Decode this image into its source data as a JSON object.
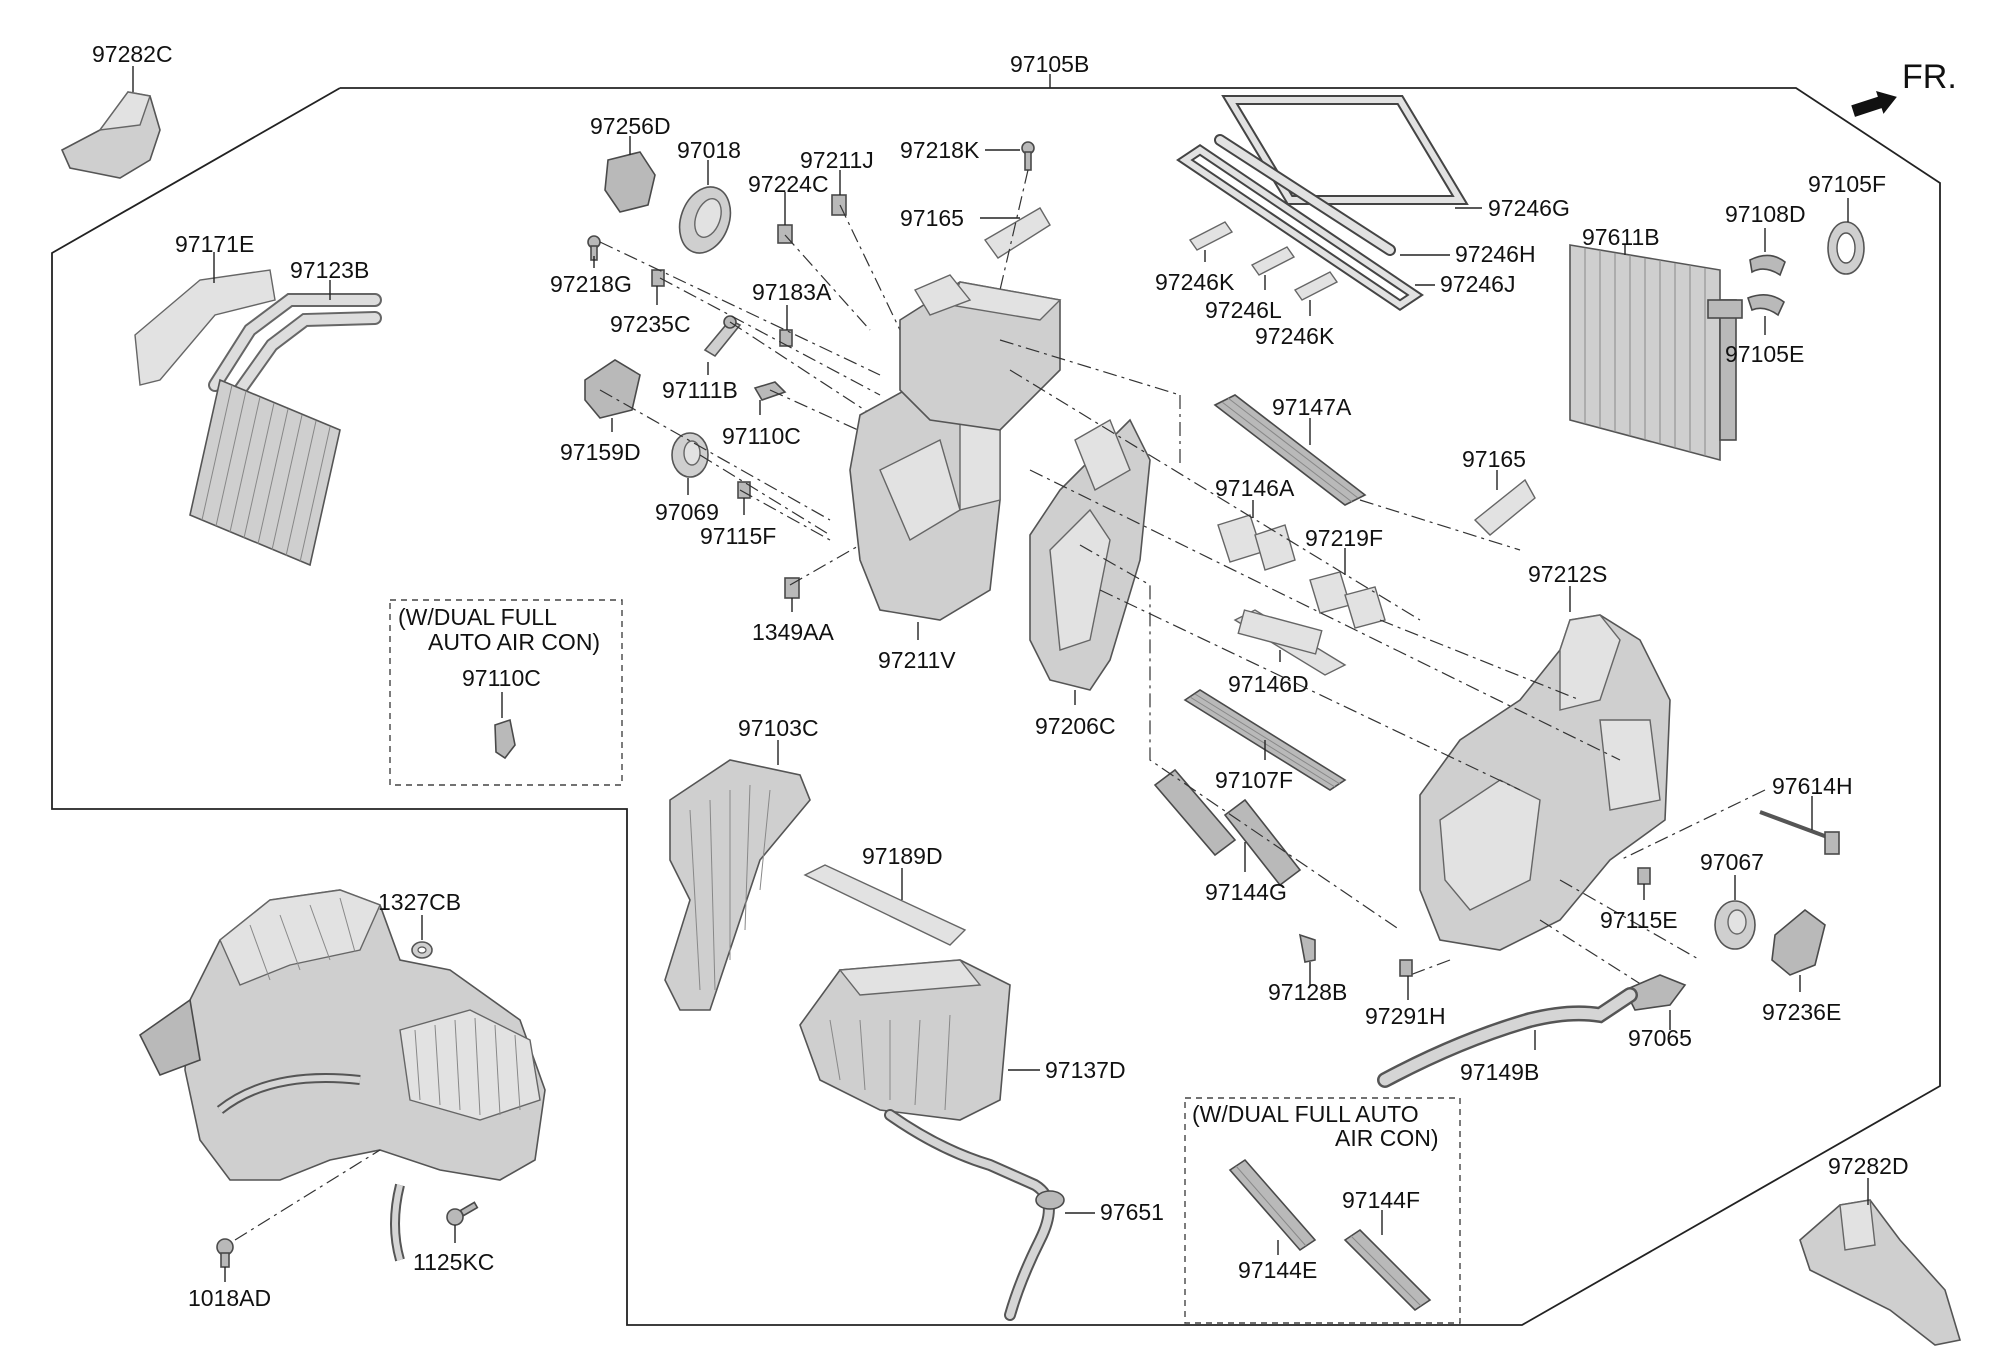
{
  "header": {
    "fr_label": "FR."
  },
  "notes": {
    "dual_full_auto_1_line1": "(W/DUAL FULL",
    "dual_full_auto_1_line2": "AUTO AIR CON)",
    "dual_full_auto_2_line1": "(W/DUAL FULL AUTO",
    "dual_full_auto_2_line2": "AIR CON)"
  },
  "labels": {
    "p97282C": "97282C",
    "p97105B": "97105B",
    "p97256D": "97256D",
    "p97018": "97018",
    "p97211J": "97211J",
    "p97218K": "97218K",
    "p97224C": "97224C",
    "p97165a": "97165",
    "p97171E": "97171E",
    "p97123B": "97123B",
    "p97218G": "97218G",
    "p97235C": "97235C",
    "p97183A": "97183A",
    "p97111B": "97111B",
    "p97110C": "97110C",
    "p97159D": "97159D",
    "p97069": "97069",
    "p97115F": "97115F",
    "p1349AA": "1349AA",
    "p97211V": "97211V",
    "p97206C": "97206C",
    "p97110C_opt": "97110C",
    "p97246G": "97246G",
    "p97246H": "97246H",
    "p97246K1": "97246K",
    "p97246L": "97246L",
    "p97246J": "97246J",
    "p97246K2": "97246K",
    "p97611B": "97611B",
    "p97108D": "97108D",
    "p97105F": "97105F",
    "p97105E": "97105E",
    "p97147A": "97147A",
    "p97165b": "97165",
    "p97146A": "97146A",
    "p97219F": "97219F",
    "p97212S": "97212S",
    "p97146D": "97146D",
    "p97107F": "97107F",
    "p97103C": "97103C",
    "p97189D": "97189D",
    "p97144G": "97144G",
    "p97614H": "97614H",
    "p97067": "97067",
    "p97115E": "97115E",
    "p97128B": "97128B",
    "p97291H": "97291H",
    "p97236E": "97236E",
    "p97065": "97065",
    "p97149B": "97149B",
    "p97137D": "97137D",
    "p97651": "97651",
    "p1327CB": "1327CB",
    "p1018AD": "1018AD",
    "p1125KC": "1125KC",
    "p97144E": "97144E",
    "p97144F": "97144F",
    "p97282D": "97282D"
  }
}
